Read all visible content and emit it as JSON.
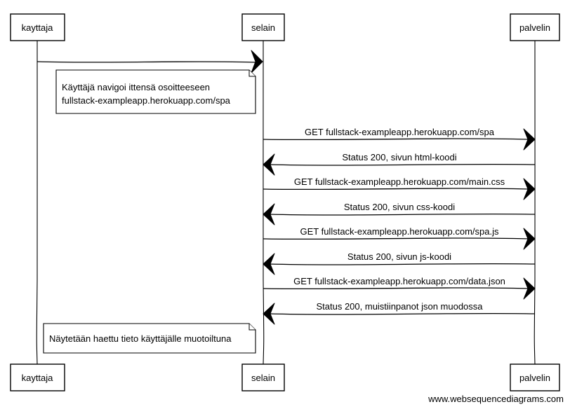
{
  "participants": {
    "user": "kayttaja",
    "browser": "selain",
    "server": "palvelin"
  },
  "notes": [
    {
      "lines": [
        "Käyttäjä navigoi ittensä osoitteeseen",
        "fullstack-exampleapp.herokuapp.com/spa"
      ]
    },
    {
      "lines": [
        "Näytetään haettu tieto käyttäjälle muotoiltuna"
      ]
    }
  ],
  "messages": [
    {
      "label": ""
    },
    {
      "label": "GET fullstack-exampleapp.herokuapp.com/spa"
    },
    {
      "label": "Status 200, sivun html-koodi"
    },
    {
      "label": "GET fullstack-exampleapp.herokuapp.com/main.css"
    },
    {
      "label": "Status 200, sivun css-koodi"
    },
    {
      "label": "GET fullstack-exampleapp.herokuapp.com/spa.js"
    },
    {
      "label": "Status 200, sivun js-koodi"
    },
    {
      "label": "GET fullstack-exampleapp.herokuapp.com/data.json"
    },
    {
      "label": "Status 200, muistiinpanot json muodossa"
    }
  ],
  "watermark": "www.websequencediagrams.com"
}
